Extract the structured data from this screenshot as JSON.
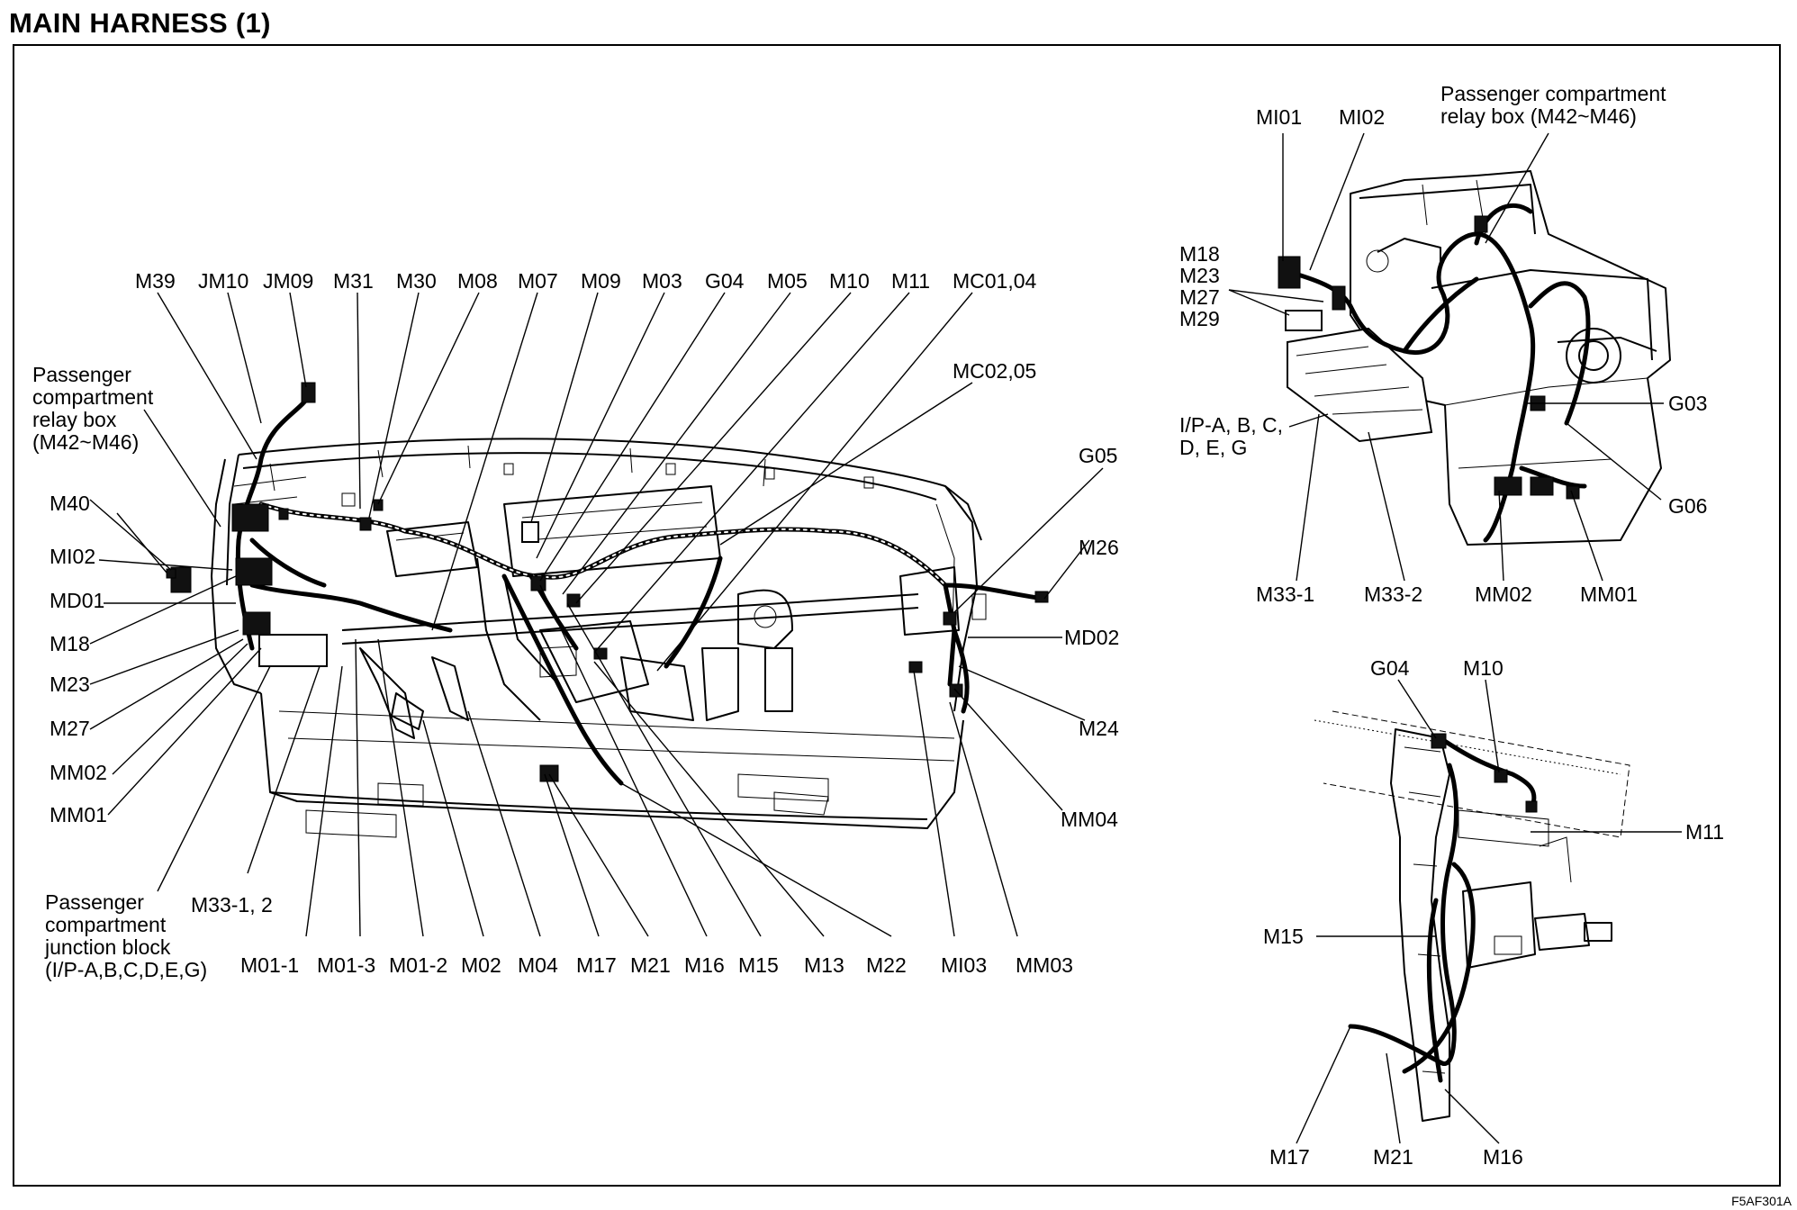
{
  "title": "MAIN HARNESS (1)",
  "figure_code": "F5AF301A",
  "labels": {
    "M39": "M39",
    "JM10": "JM10",
    "JM09": "JM09",
    "M31": "M31",
    "M30": "M30",
    "M08": "M08",
    "M07": "M07",
    "M09": "M09",
    "M03": "M03",
    "G04": "G04",
    "M05": "M05",
    "M10": "M10",
    "M11": "M11",
    "MC01_04": "MC01,04",
    "MC02_05": "MC02,05",
    "G05": "G05",
    "M26": "M26",
    "MD02": "MD02",
    "M24": "M24",
    "MM04": "MM04",
    "MM03": "MM03",
    "MI03": "MI03",
    "M22": "M22",
    "M13": "M13",
    "M15": "M15",
    "M16": "M16",
    "M21": "M21",
    "M17": "M17",
    "M04": "M04",
    "M02": "M02",
    "M01_2": "M01-2",
    "M01_3": "M01-3",
    "M01_1": "M01-1",
    "M33_1_2": "M33-1, 2",
    "M40": "M40",
    "MI02": "MI02",
    "MD01": "MD01",
    "M18": "M18",
    "M23": "M23",
    "M27": "M27",
    "MM02": "MM02",
    "MM01": "MM01",
    "relay_box_l1": "Passenger",
    "relay_box_l2": "compartment",
    "relay_box_l3": "relay box",
    "relay_box_l4": "(M42~M46)",
    "junction_l1": "Passenger",
    "junction_l2": "compartment",
    "junction_l3": "junction block",
    "junction_l4": "(I/P-A,B,C,D,E,G)"
  },
  "inset1": {
    "MI01": "MI01",
    "MI02": "MI02",
    "relay_l1": "Passenger compartment",
    "relay_l2": "relay box (M42~M46)",
    "M18": "M18",
    "M23": "M23",
    "M27": "M27",
    "M29": "M29",
    "ip_l1": "I/P-A, B, C,",
    "ip_l2": "D, E, G",
    "G03": "G03",
    "G06": "G06",
    "M33_1": "M33-1",
    "M33_2": "M33-2",
    "MM02": "MM02",
    "MM01": "MM01"
  },
  "inset2": {
    "G04": "G04",
    "M10": "M10",
    "M11": "M11",
    "M15": "M15",
    "M17": "M17",
    "M21": "M21",
    "M16": "M16"
  }
}
